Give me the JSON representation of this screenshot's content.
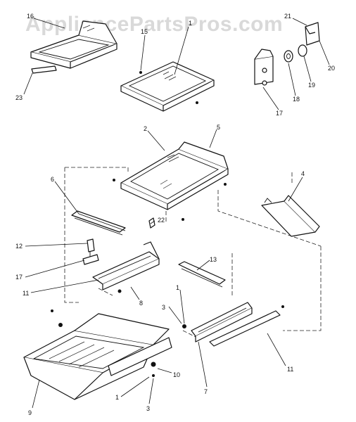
{
  "watermark": "AppliancePartsPros.com",
  "callouts": {
    "c16": "16",
    "c15": "15",
    "c1a": "1",
    "c21": "21",
    "c20": "20",
    "c19": "19",
    "c18": "18",
    "c17a": "17",
    "c23": "23",
    "c2": "2",
    "c5": "5",
    "c6": "6",
    "c4": "4",
    "c22": "22",
    "c12": "12",
    "c17b": "17",
    "c13": "13",
    "c11a": "11",
    "c8": "8",
    "c1b": "1",
    "c3a": "3",
    "c10": "10",
    "c11b": "11",
    "c7": "7",
    "c1c": "1",
    "c3b": "3",
    "c9": "9"
  }
}
